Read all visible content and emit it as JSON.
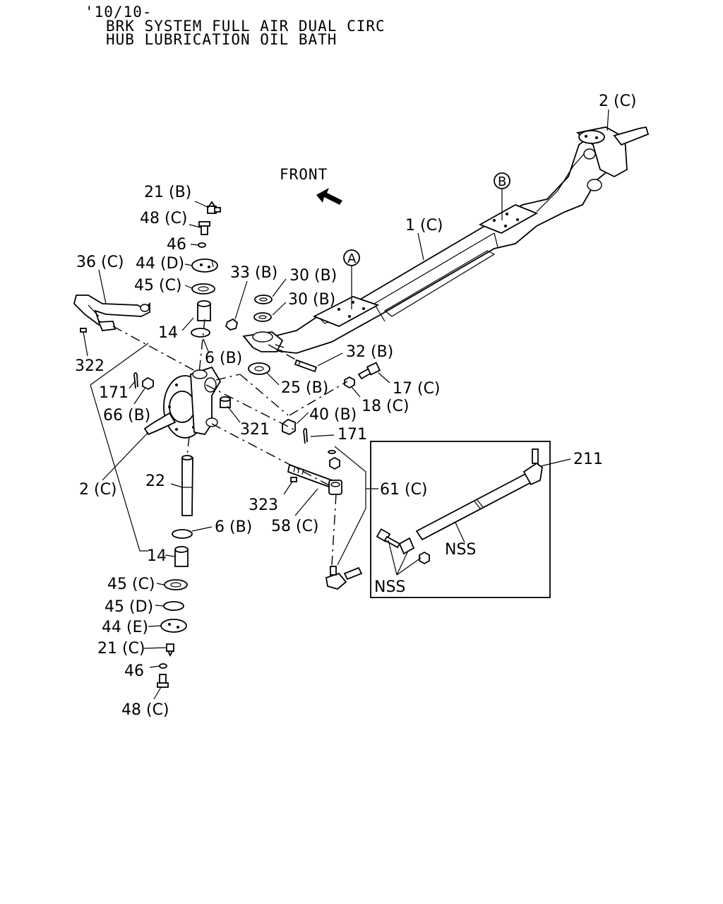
{
  "header": {
    "line1": "'10/10-",
    "line2": "BRK SYSTEM FULL AIR DUAL CIRC",
    "line3": "HUB LUBRICATION OIL BATH"
  },
  "front_label": "FRONT",
  "callout_markers": {
    "a": "A",
    "b": "B"
  },
  "labels": {
    "p2c_top": "2 (C)",
    "p1c": "1 (C)",
    "p21b": "21 (B)",
    "p48c_top": "48 (C)",
    "p46_top": "46",
    "p44d": "44 (D)",
    "p45c_top": "45 (C)",
    "p36c": "36 (C)",
    "p322": "322",
    "p14_top": "14",
    "p6b_top": "6 (B)",
    "p33b": "33 (B)",
    "p30b_1": "30 (B)",
    "p30b_2": "30 (B)",
    "p32b": "32 (B)",
    "p25b": "25 (B)",
    "p17c": "17 (C)",
    "p18c": "18 (C)",
    "p40b": "40 (B)",
    "p171_left": "171",
    "p171_right": "171",
    "p66b": "66 (B)",
    "p321": "321",
    "p2c_left": "2 (C)",
    "p22": "22",
    "p323": "323",
    "p58c": "58 (C)",
    "p61c": "61 (C)",
    "p211": "211",
    "nss_1": "NSS",
    "nss_2": "NSS",
    "p6b_bot": "6 (B)",
    "p14_bot": "14",
    "p45c_bot": "45 (C)",
    "p45d": "45 (D)",
    "p44e": "44 (E)",
    "p21c": "21 (C)",
    "p46_bot": "46",
    "p48c_bot": "48 (C)"
  }
}
